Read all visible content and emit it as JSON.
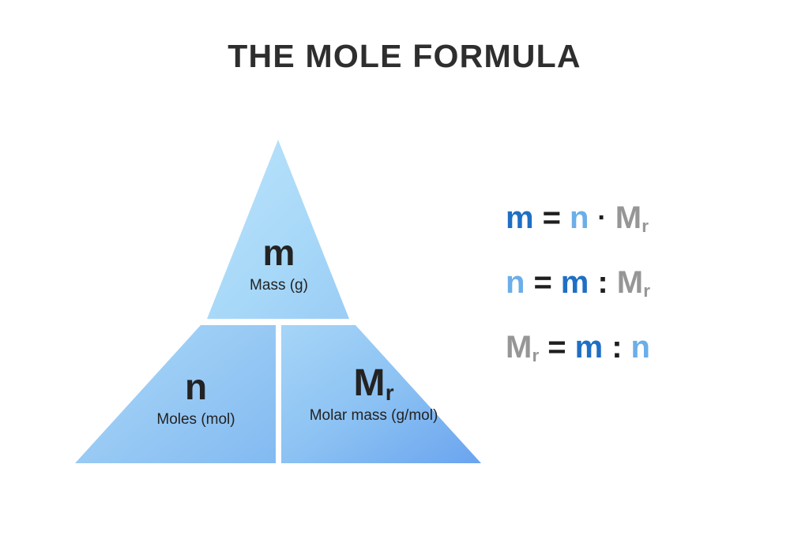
{
  "page": {
    "title": "THE MOLE FORMULA",
    "background_color": "#ffffff"
  },
  "colors": {
    "title_text": "#2e2e2e",
    "mass_blue": "#1f6fc4",
    "moles_light_blue": "#6baee8",
    "molar_mass_gray": "#969696",
    "operator_dark": "#1e1e1e",
    "triangle_light": "#aedcf8",
    "triangle_dark": "#6ea8f0",
    "triangle_divider": "#ffffff"
  },
  "triangle": {
    "name": "mole-formula-triangle",
    "sections": [
      {
        "id": "mass",
        "symbol": "m",
        "subscript": "",
        "label": "Mass (g)",
        "position": "top"
      },
      {
        "id": "moles",
        "symbol": "n",
        "subscript": "",
        "label": "Moles (mol)",
        "position": "bottom-left"
      },
      {
        "id": "molar-mass",
        "symbol": "M",
        "subscript": "r",
        "label": "Molar mass (g/mol)",
        "position": "bottom-right"
      }
    ]
  },
  "equations": [
    {
      "id": "solve-for-mass",
      "plain": "m = n · Mr",
      "tokens": [
        {
          "text": "m",
          "sub": "",
          "role": "mass"
        },
        {
          "text": "=",
          "sub": "",
          "role": "operator"
        },
        {
          "text": "n",
          "sub": "",
          "role": "moles"
        },
        {
          "text": "·",
          "sub": "",
          "role": "dot"
        },
        {
          "text": "M",
          "sub": "r",
          "role": "molar-mass"
        }
      ]
    },
    {
      "id": "solve-for-moles",
      "plain": "n = m : Mr",
      "tokens": [
        {
          "text": "n",
          "sub": "",
          "role": "moles"
        },
        {
          "text": "=",
          "sub": "",
          "role": "operator"
        },
        {
          "text": "m",
          "sub": "",
          "role": "mass"
        },
        {
          "text": ":",
          "sub": "",
          "role": "colon"
        },
        {
          "text": "M",
          "sub": "r",
          "role": "molar-mass"
        }
      ]
    },
    {
      "id": "solve-for-molar-mass",
      "plain": "Mr = m : n",
      "tokens": [
        {
          "text": "M",
          "sub": "r",
          "role": "molar-mass"
        },
        {
          "text": "=",
          "sub": "",
          "role": "operator"
        },
        {
          "text": "m",
          "sub": "",
          "role": "mass"
        },
        {
          "text": ":",
          "sub": "",
          "role": "colon"
        },
        {
          "text": "n",
          "sub": "",
          "role": "moles"
        }
      ]
    }
  ]
}
